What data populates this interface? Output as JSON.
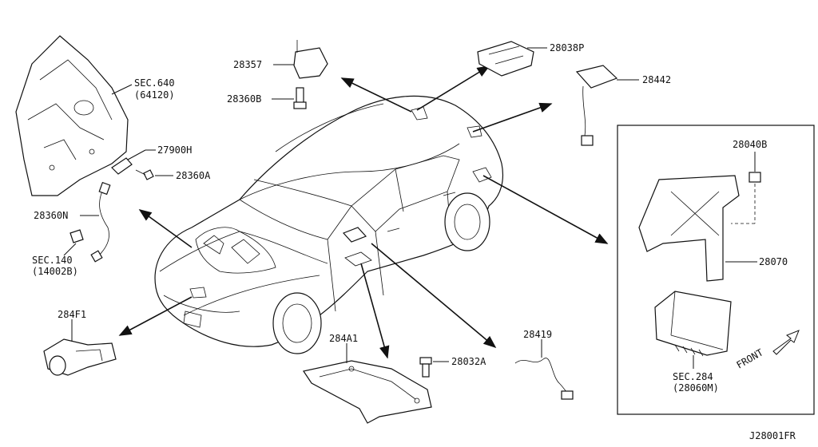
{
  "labels": {
    "sec640": "SEC.640",
    "sec640_sub": "(64120)",
    "p27900H": "27900H",
    "p28360A": "28360A",
    "p28360N": "28360N",
    "sec140": "SEC.140",
    "sec140_sub": "(14002B)",
    "p28357": "28357",
    "p28360B": "28360B",
    "p28038P": "28038P",
    "p28442": "28442",
    "p28040B": "28040B",
    "p28070": "28070",
    "p284F1": "284F1",
    "p284A1": "284A1",
    "p28032A": "28032A",
    "p28419": "28419",
    "sec284": "SEC.284",
    "sec284_sub": "(28060M)",
    "front": "FRONT",
    "diagram_code": "J28001FR"
  }
}
